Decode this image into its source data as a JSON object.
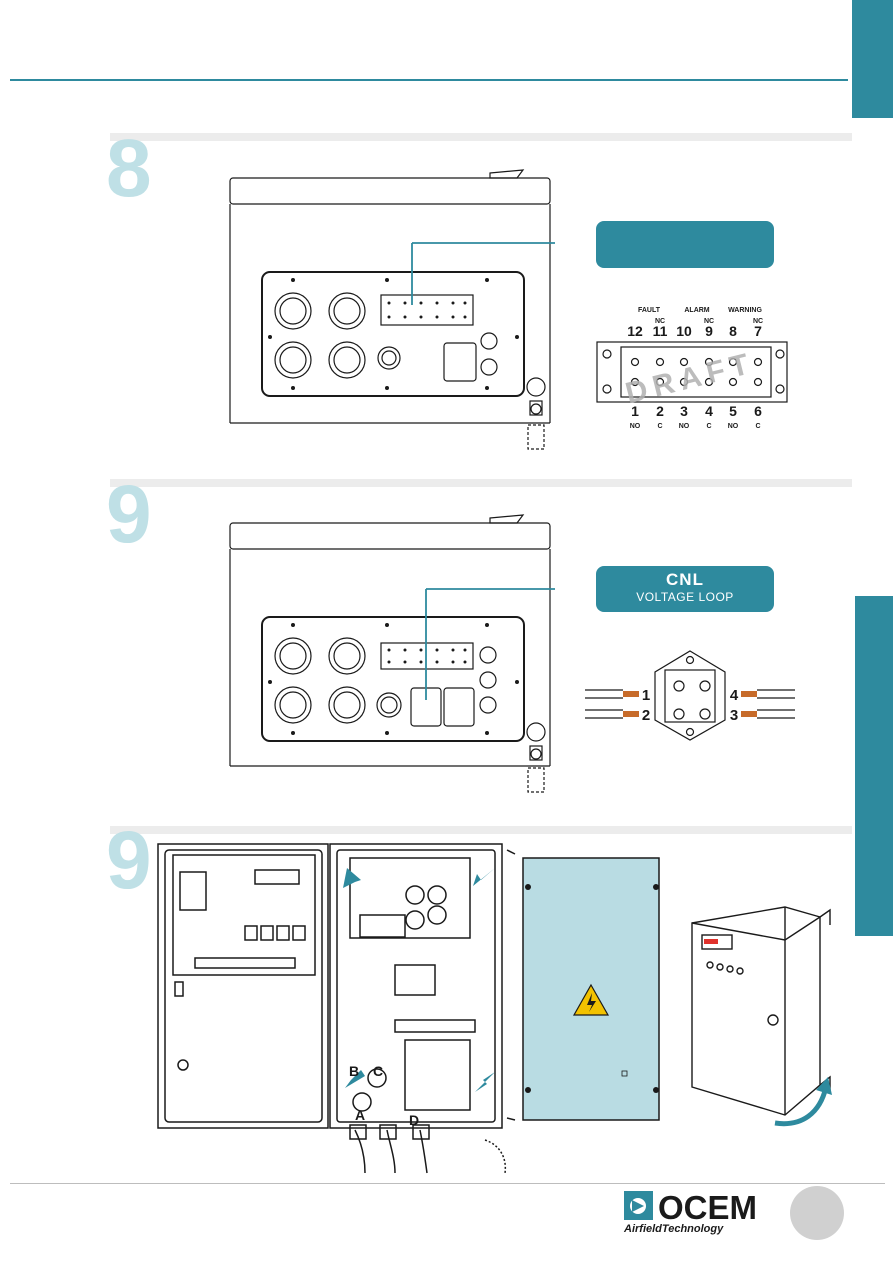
{
  "colors": {
    "accent": "#2e8a9e",
    "step_number": "#bfe0e6",
    "panel_fill": "#b9dce3"
  },
  "steps": [
    {
      "number": "8"
    },
    {
      "number": "9"
    },
    {
      "number": "9"
    }
  ],
  "terminal_block": {
    "group_labels": [
      "FAULT",
      "ALARM",
      "WARNING"
    ],
    "top_sub_labels": [
      "NC",
      "NC",
      "NC"
    ],
    "top_numbers": [
      "12",
      "11",
      "10",
      "9",
      "8",
      "7"
    ],
    "bottom_numbers": [
      "1",
      "2",
      "3",
      "4",
      "5",
      "6"
    ],
    "bottom_sub_labels": [
      "NO",
      "C",
      "NO",
      "C",
      "NO",
      "C"
    ],
    "watermark": "DRAFT"
  },
  "callout_cnl": {
    "title": "CNL",
    "subtitle": "VOLTAGE LOOP"
  },
  "connector_pins": {
    "left": [
      "1",
      "2"
    ],
    "right": [
      "4",
      "3"
    ]
  },
  "internal_labels": [
    "B",
    "C",
    "A",
    "D"
  ],
  "brand": {
    "name": "OCEM",
    "tagline": "AirfieldTechnology"
  }
}
